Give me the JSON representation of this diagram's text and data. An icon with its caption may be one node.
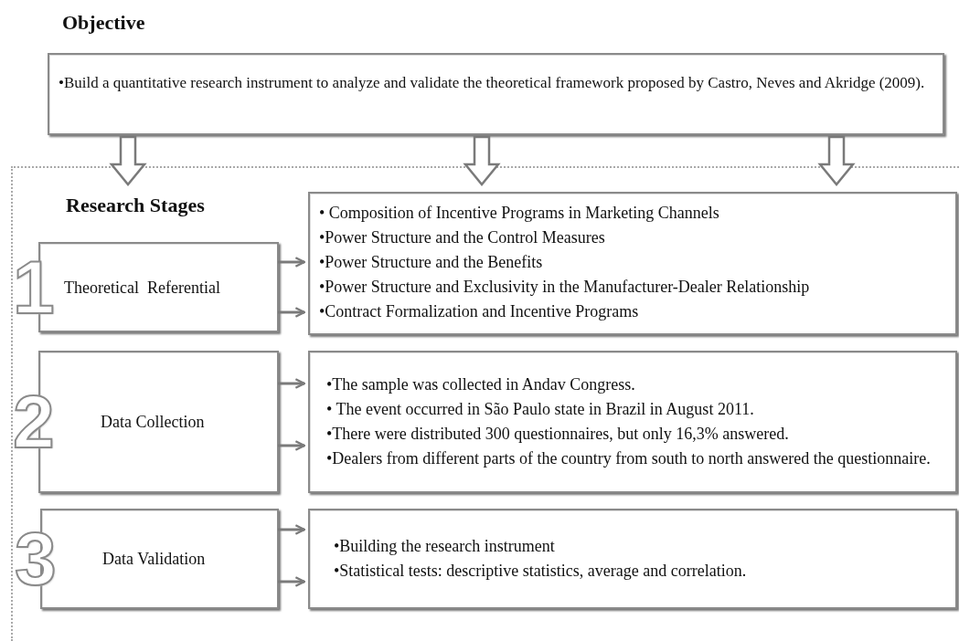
{
  "diagram": {
    "nodes": [
      {
        "text": [
          "Objective",
          "•Build a quantitative research instrument to analyze and validate the theoretical framework proposed by Castro, Neves and Akridge (2009)."
        ]
      },
      {
        "text": [
          "Research Stages"
        ]
      },
      {
        "text": [
          "1",
          "Theoretical  Referential"
        ],
        "in": 1
      },
      {
        "text": [
          "• Composition of Incentive Programs in Marketing Channels",
          "•Power Structure and the Control Measures",
          "•Power Structure and the Benefits",
          "•Power Structure and Exclusivity in the Manufacturer-Dealer Relationship",
          "•Contract Formalization and Incentive Programs"
        ],
        "in": 1
      },
      {
        "text": [
          "2",
          "Data Collection"
        ],
        "in": 1
      },
      {
        "text": [
          "•The sample was collected in Andav Congress.",
          "• The event occurred in São Paulo state in Brazil in August 2011.",
          "•There were distributed 300 questionnaires, but only 16,3% answered.",
          "•Dealers from different parts of the country from south to north answered the questionnaire."
        ],
        "in": 1
      },
      {
        "text": [
          "3",
          "Data Validation"
        ],
        "in": 1
      },
      {
        "text": [
          "•Building the research instrument",
          "•Statistical tests: descriptive statistics, average and correlation."
        ],
        "in": 1
      }
    ],
    "edges": [
      {
        "from": 0,
        "to": 1,
        "arrow": "to",
        "style": "thick"
      },
      {
        "from": 0,
        "to": 1,
        "arrow": "to",
        "style": "thick"
      },
      {
        "from": 0,
        "to": 1,
        "arrow": "to",
        "style": "thick"
      },
      {
        "from": 2,
        "to": 3,
        "arrow": "to"
      },
      {
        "from": 2,
        "to": 3,
        "arrow": "to"
      },
      {
        "from": 4,
        "to": 5,
        "arrow": "to"
      },
      {
        "from": 4,
        "to": 5,
        "arrow": "to"
      },
      {
        "from": 6,
        "to": 7,
        "arrow": "to"
      },
      {
        "from": 6,
        "to": 7,
        "arrow": "to"
      }
    ]
  }
}
